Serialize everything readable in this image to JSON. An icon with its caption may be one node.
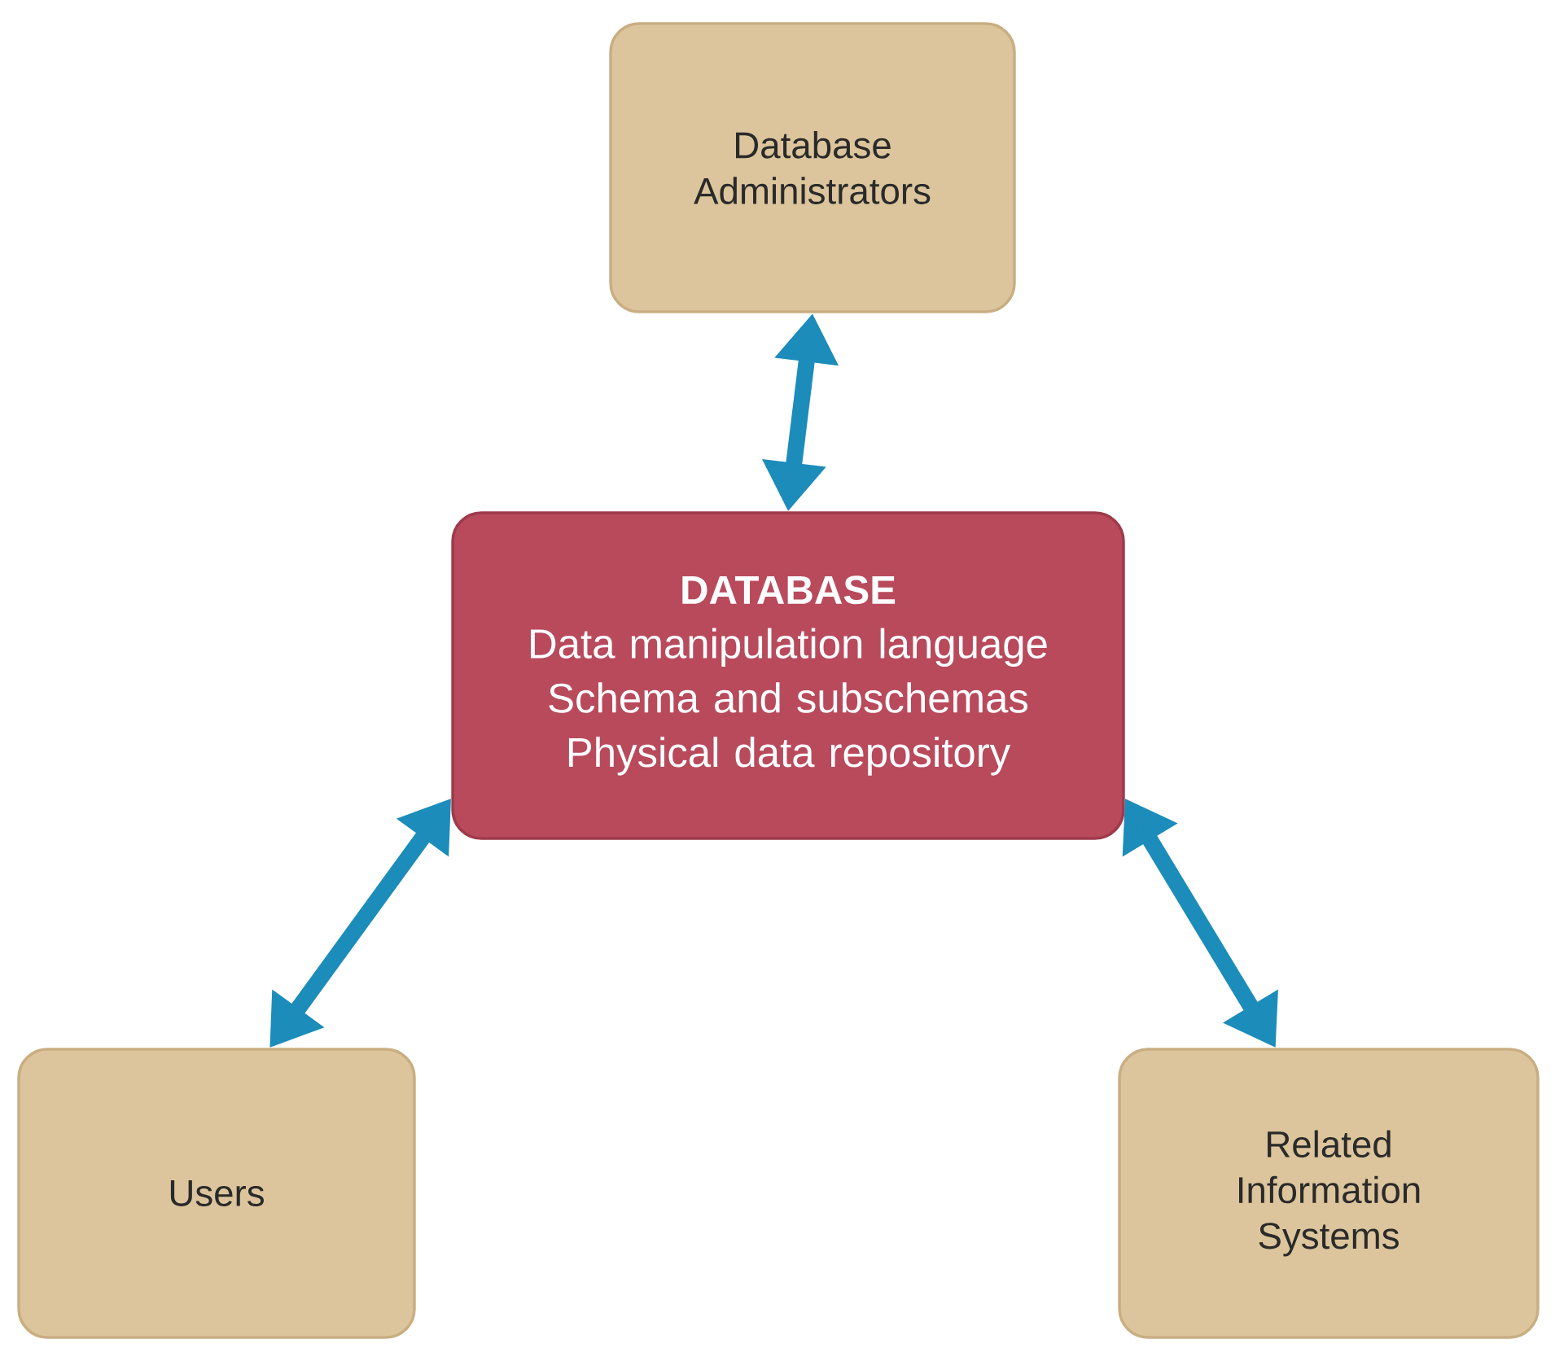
{
  "diagram": {
    "nodes": [
      {
        "text": [
          "Database Administrators"
        ]
      },
      {
        "text": [
          "DATABASE",
          "Data manipulation language",
          "Schema and subschemas",
          "Physical data repository"
        ]
      },
      {
        "text": [
          "Users"
        ]
      },
      {
        "text": [
          "Related Information Systems"
        ]
      }
    ],
    "edges": [
      {
        "from": 0,
        "to": 1,
        "arrow": "both"
      },
      {
        "from": 1,
        "to": 2,
        "arrow": "both"
      },
      {
        "from": 1,
        "to": 3,
        "arrow": "both"
      }
    ]
  }
}
